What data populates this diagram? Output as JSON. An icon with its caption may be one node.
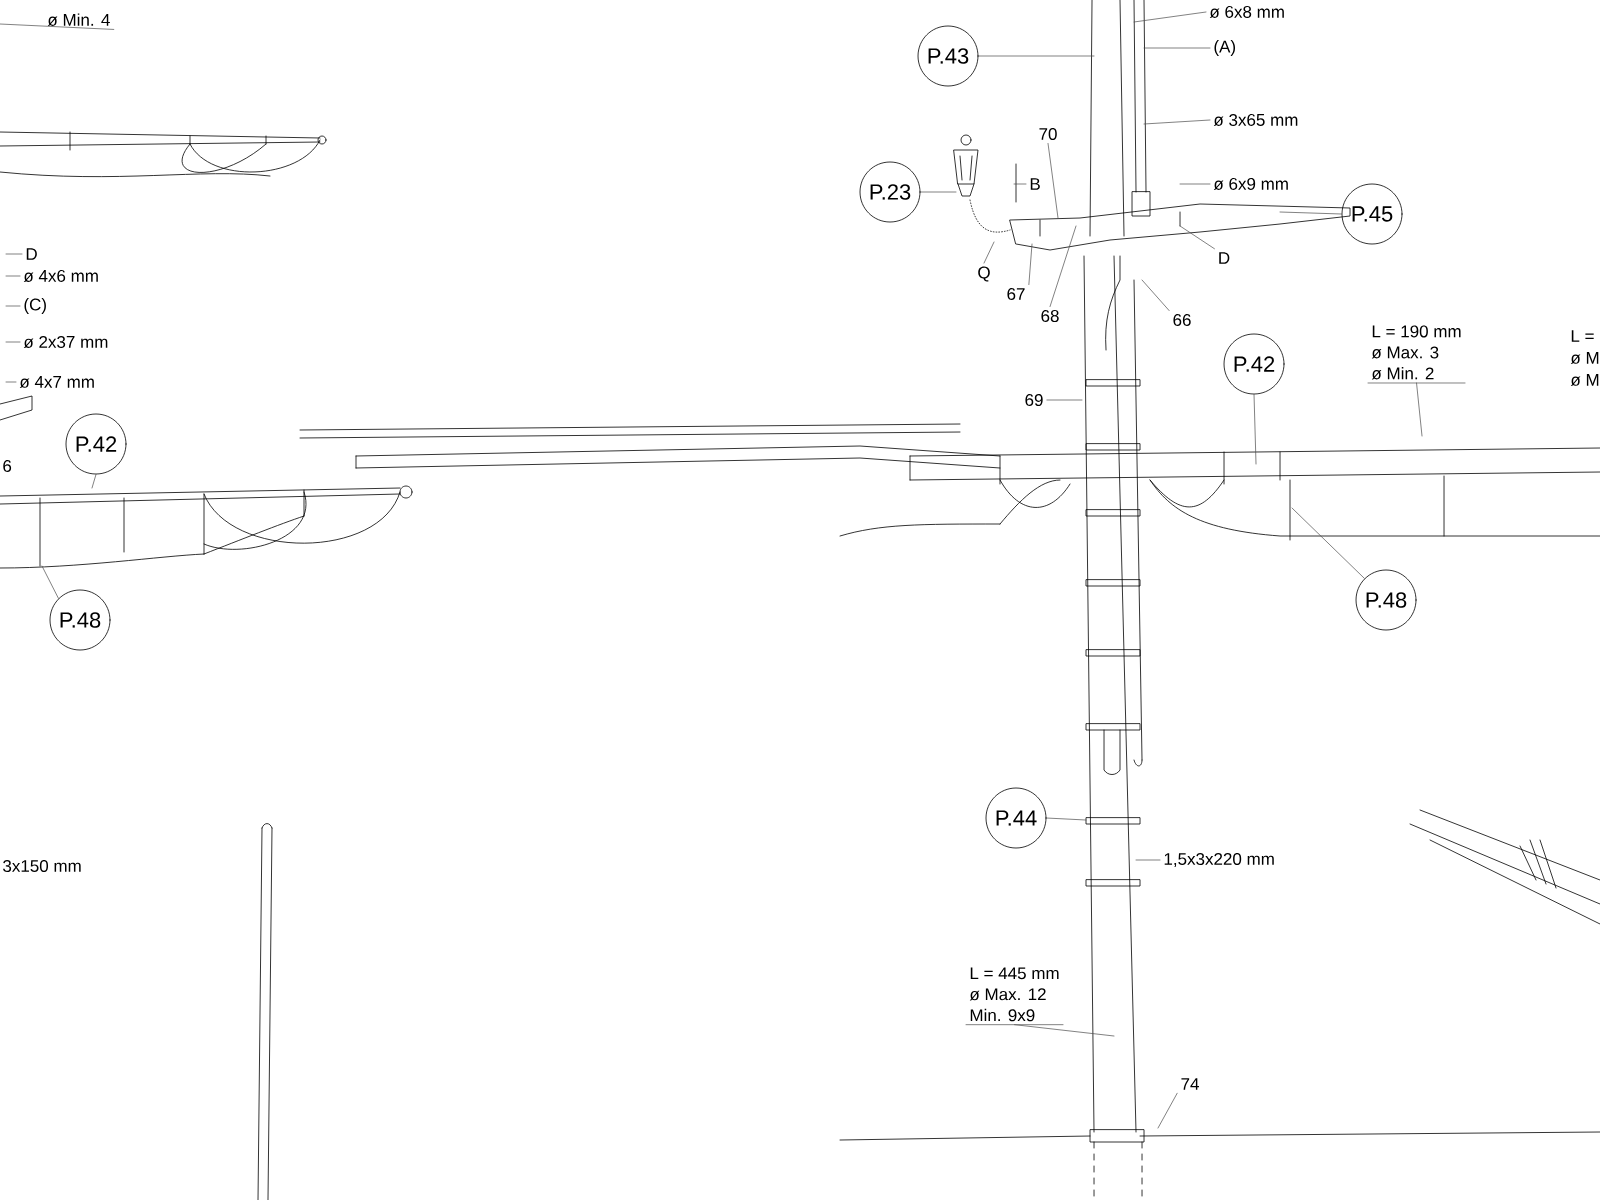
{
  "diagram": {
    "nodes": [
      {
        "text": [
          "ø Min. 4"
        ]
      },
      {
        "text": [
          "D"
        ]
      },
      {
        "text": [
          "ø 4x6 mm"
        ]
      },
      {
        "text": [
          "(C)"
        ]
      },
      {
        "text": [
          "ø 2x37 mm"
        ]
      },
      {
        "text": [
          "ø 4x7 mm"
        ]
      },
      {
        "text": [
          "P.42"
        ]
      },
      {
        "text": [
          "P.48"
        ]
      },
      {
        "text": [
          "ø 6x8 mm"
        ]
      },
      {
        "text": [
          "P.43"
        ]
      },
      {
        "text": [
          "(A)"
        ]
      },
      {
        "text": [
          "ø 3x65 mm"
        ]
      },
      {
        "text": [
          "70"
        ]
      },
      {
        "text": [
          "B"
        ]
      },
      {
        "text": [
          "P.23"
        ]
      },
      {
        "text": [
          "ø 6x9 mm"
        ]
      },
      {
        "text": [
          "P.45"
        ]
      },
      {
        "text": [
          "Q"
        ]
      },
      {
        "text": [
          "D"
        ]
      },
      {
        "text": [
          "67"
        ]
      },
      {
        "text": [
          "68"
        ]
      },
      {
        "text": [
          "66"
        ]
      },
      {
        "text": [
          "P.42"
        ]
      },
      {
        "text": [
          "L = 190 mm",
          "ø Max. 3",
          "ø Min. 2"
        ]
      },
      {
        "text": [
          "69"
        ]
      },
      {
        "text": [
          "P.48"
        ]
      },
      {
        "text": [
          "P.44"
        ]
      },
      {
        "text": [
          "1,5x3x220 mm"
        ]
      },
      {
        "text": [
          "L = 445 mm",
          "ø Max. 12",
          "Min.  9x9"
        ]
      },
      {
        "text": [
          "74"
        ]
      },
      {
        "text": [],
        "shape": "box"
      }
    ],
    "edges": [
      {
        "from": 0,
        "to": null,
        "arrow": "none"
      },
      {
        "from": 1,
        "to": null,
        "arrow": "none"
      },
      {
        "from": 2,
        "to": null,
        "arrow": "none"
      },
      {
        "from": 3,
        "to": null,
        "arrow": "none"
      },
      {
        "from": 4,
        "to": null,
        "arrow": "none"
      },
      {
        "from": 5,
        "to": null,
        "arrow": "none"
      },
      {
        "from": 6,
        "to": null,
        "arrow": "none"
      },
      {
        "from": 7,
        "to": null,
        "arrow": "none"
      },
      {
        "from": 8,
        "to": null,
        "arrow": "none"
      },
      {
        "from": 9,
        "to": null,
        "arrow": "none"
      },
      {
        "from": 10,
        "to": null,
        "arrow": "none"
      },
      {
        "from": 11,
        "to": null,
        "arrow": "none"
      },
      {
        "from": 12,
        "to": 30,
        "arrow": "none"
      },
      {
        "from": 13,
        "to": null,
        "arrow": "none"
      },
      {
        "from": 14,
        "to": null,
        "arrow": "none"
      },
      {
        "from": 15,
        "to": null,
        "arrow": "none"
      },
      {
        "from": 16,
        "to": 30,
        "arrow": "none"
      },
      {
        "from": 17,
        "to": null,
        "arrow": "none"
      },
      {
        "from": 18,
        "to": 30,
        "arrow": "none"
      },
      {
        "from": 19,
        "to": 30,
        "arrow": "none"
      },
      {
        "from": 20,
        "to": 30,
        "arrow": "none"
      },
      {
        "from": 21,
        "to": null,
        "arrow": "none"
      },
      {
        "from": 22,
        "to": null,
        "arrow": "none"
      },
      {
        "from": 23,
        "to": null,
        "arrow": "none"
      },
      {
        "from": 24,
        "to": null,
        "arrow": "none"
      },
      {
        "from": 25,
        "to": null,
        "arrow": "none"
      },
      {
        "from": 26,
        "to": null,
        "arrow": "none"
      },
      {
        "from": 27,
        "to": null,
        "arrow": "none"
      },
      {
        "from": 28,
        "to": null,
        "arrow": "none"
      },
      {
        "from": 29,
        "to": null,
        "arrow": "none"
      }
    ],
    "labels": [
      "6",
      "3x150 mm",
      "L =",
      "ø M",
      "ø M"
    ]
  }
}
